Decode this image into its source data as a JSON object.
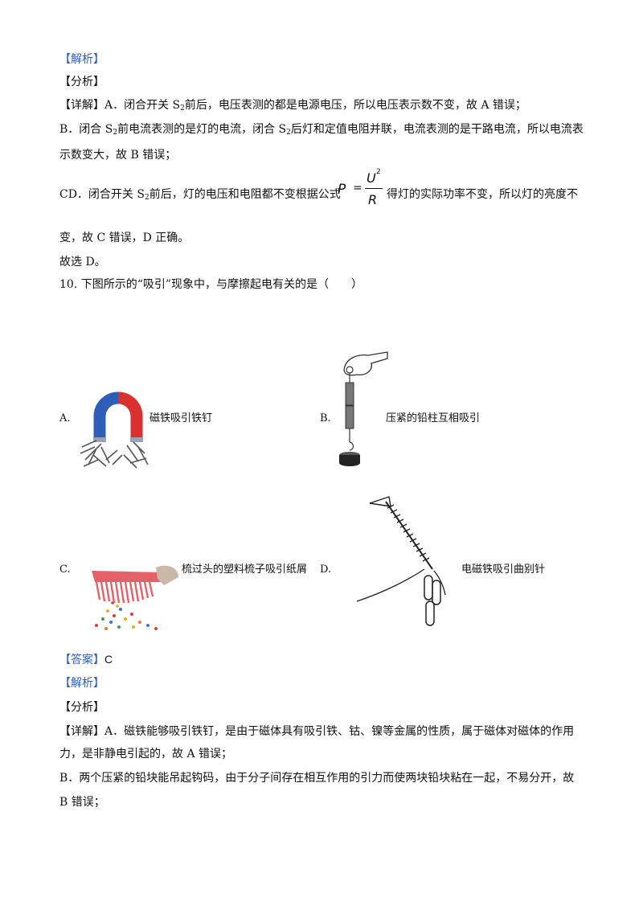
{
  "prev": {
    "analysis_tag": "【解析】",
    "fenxi_tag": "【分析】",
    "detail_tag": "【详解】",
    "a_text_1": "A．闭合开关 S",
    "a_text_2": "前后，电压表测的都是电源电压，所以电压表示数不变，故 A 错误；",
    "b_text_1": "B．闭合 S",
    "b_text_2": "前电流表测的是灯的电流，闭合 S",
    "b_text_3": "后灯和定值电阻并联，电流表测的是干路电流，所以电流表",
    "b_text_4": "示数变大，故 B 错误；",
    "cd_text_1": "CD．闭合开关 S",
    "cd_text_2": "前后，灯的电压和电阻都不变根据公式",
    "cd_text_3": "得灯的实际功率不变，所以灯的亮度不",
    "cd_text_4": "变，故 C 错误，D 正确。",
    "choose": "故选 D。",
    "sub2": "2",
    "formula_p": "P",
    "formula_eq": "=",
    "formula_u": "U",
    "formula_sq": "2",
    "formula_r": "R"
  },
  "question": {
    "stem": "10. 下图所示的“吸引”现象中，与摩擦起电有关的是（　　）",
    "a_letter": "A.",
    "a_caption": "磁铁吸引铁钉",
    "b_letter": "B.",
    "b_caption": "压紧的铅柱互相吸引",
    "c_letter": "C.",
    "c_caption": "梳过头的塑料梳子吸引纸屑",
    "d_letter": "D.",
    "d_caption": "电磁铁吸引曲别针"
  },
  "answer": {
    "answer_tag": "【答案】",
    "answer_value": "C",
    "analysis_tag": "【解析】",
    "fenxi_tag": "【分析】",
    "detail_tag": "【详解】",
    "a_text_1": "A．磁铁能够吸引铁钉，是由于磁体具有吸引铁、钴、镍等金属的性质，属于磁体对磁体的作用",
    "a_text_2": "力，是非静电引起的，故 A 错误；",
    "b_text_1": "B．两个压紧的铅块能吊起钩码，由于分子间存在相互作用的引力而使两块铅块粘在一起，不易分开，故",
    "b_text_2": "B 错误；"
  },
  "colors": {
    "tag": "#2f5fb3",
    "magnet_red": "#d8312f",
    "magnet_blue": "#2e5fb8",
    "comb": "#e5616a"
  }
}
